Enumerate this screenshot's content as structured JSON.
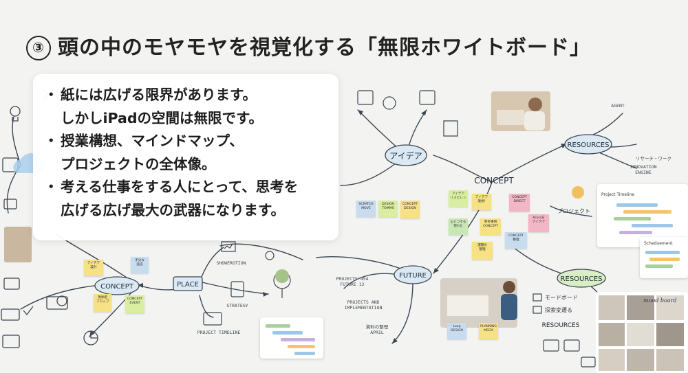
{
  "slide": {
    "title_number": "③",
    "title_text": "頭の中のモヤモヤを視覚化する「無限ホワイトボード」"
  },
  "bullets": [
    "紙には広げる限界があります。\nしかしiPadの空間は無限です。",
    "授業構想、マインドマップ、\nプロジェクトの全体像。",
    "考える仕事をする人にとって、思考を\n広げる広げ最大の武器になります。"
  ],
  "whiteboard": {
    "nodes": {
      "idea": "アイデア",
      "concept_center": "CONCEPT",
      "resources_top": "RESOURCES",
      "future": "FUTURE",
      "place": "PLACE",
      "concept_left": "CONCEPT",
      "resources_mid": "RESOURCES",
      "resources_bottom": "RESOURCES"
    },
    "labels": {
      "project_label": "プロジェクト",
      "mood_board": "モードボード",
      "search_item": "探索変遷る",
      "timeline_header": "Project Timeline",
      "schedule_header": "Scheduement",
      "mood_caption": "mood board"
    },
    "notes": [
      {
        "text": "アイデア\nリスピレン",
        "color": "#d9eea0"
      },
      {
        "text": "アイデア\n連想!",
        "color": "#f6e184"
      },
      {
        "text": "心とつする\n現れた",
        "color": "#c9e6b5"
      },
      {
        "text": "参考事例\nCONCEPT",
        "color": "#f6e184"
      },
      {
        "text": "Acers方\nアイデア",
        "color": "#f3b6c6"
      },
      {
        "text": "課題の\n整理",
        "color": "#f6e184"
      },
      {
        "text": "CONCEPT\n整理",
        "color": "#c7dcef"
      },
      {
        "text": "アイデア\n設計",
        "color": "#f6e184"
      },
      {
        "text": "手分な\n途説",
        "color": "#c7dcef"
      },
      {
        "text": "現状把\nプロップ",
        "color": "#f6e184"
      },
      {
        "text": "CONCEPT\nEVENT",
        "color": "#d9eea0"
      },
      {
        "text": "SCRATCH\nMOVE",
        "color": "#c7dcef"
      },
      {
        "text": "DESIGN\nTOMMS",
        "color": "#d9eea0"
      },
      {
        "text": "CONCEPT\nDESIGN",
        "color": "#f6e184"
      },
      {
        "text": "CONCEPT\nDIRECT",
        "color": "#f3b6c6"
      },
      {
        "text": "PLANNING\nMEEM",
        "color": "#f6e184"
      },
      {
        "text": "Loop\nDESIGN",
        "color": "#c7dcef"
      }
    ],
    "annotations": [
      {
        "text": "SHOWEROTION"
      },
      {
        "text": "STRATEGY"
      },
      {
        "text": "PROJECT TIMELINE"
      },
      {
        "text": "PROJECTS AND\nIMPLEMENTATION"
      },
      {
        "text": "PROJECTS 454\nFUTURE 12"
      },
      {
        "text": "資料の整理\nAPRIL"
      },
      {
        "text": "AGENT"
      },
      {
        "text": "INNOVATION\nENGINE"
      },
      {
        "text": "リサーチ・ワーク"
      }
    ]
  },
  "colors": {
    "background": "#f3f3f1",
    "text": "#1d1d1d",
    "node_blue": "#dbe9f4",
    "node_green": "#d9eec4",
    "ink": "#3c4652"
  }
}
